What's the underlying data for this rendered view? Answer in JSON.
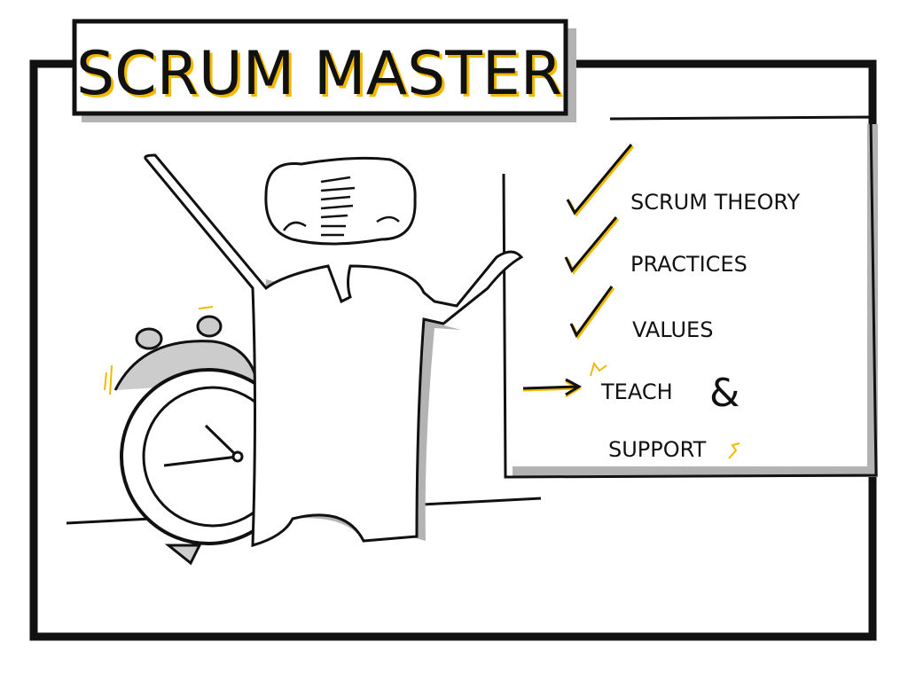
{
  "title": "SCRUM MASTER",
  "board": {
    "items": [
      {
        "label": "SCRUM THEORY",
        "marker": "check-icon"
      },
      {
        "label": "PRACTICES",
        "marker": "check-icon"
      },
      {
        "label": "VALUES",
        "marker": "check-icon"
      },
      {
        "label": "TEACH",
        "marker": "arrow-right-icon"
      }
    ],
    "ampersand": "&",
    "last_line": "SUPPORT"
  },
  "colors": {
    "accent": "#f5b800",
    "ink": "#111111",
    "shadow": "#b3b3b3"
  }
}
